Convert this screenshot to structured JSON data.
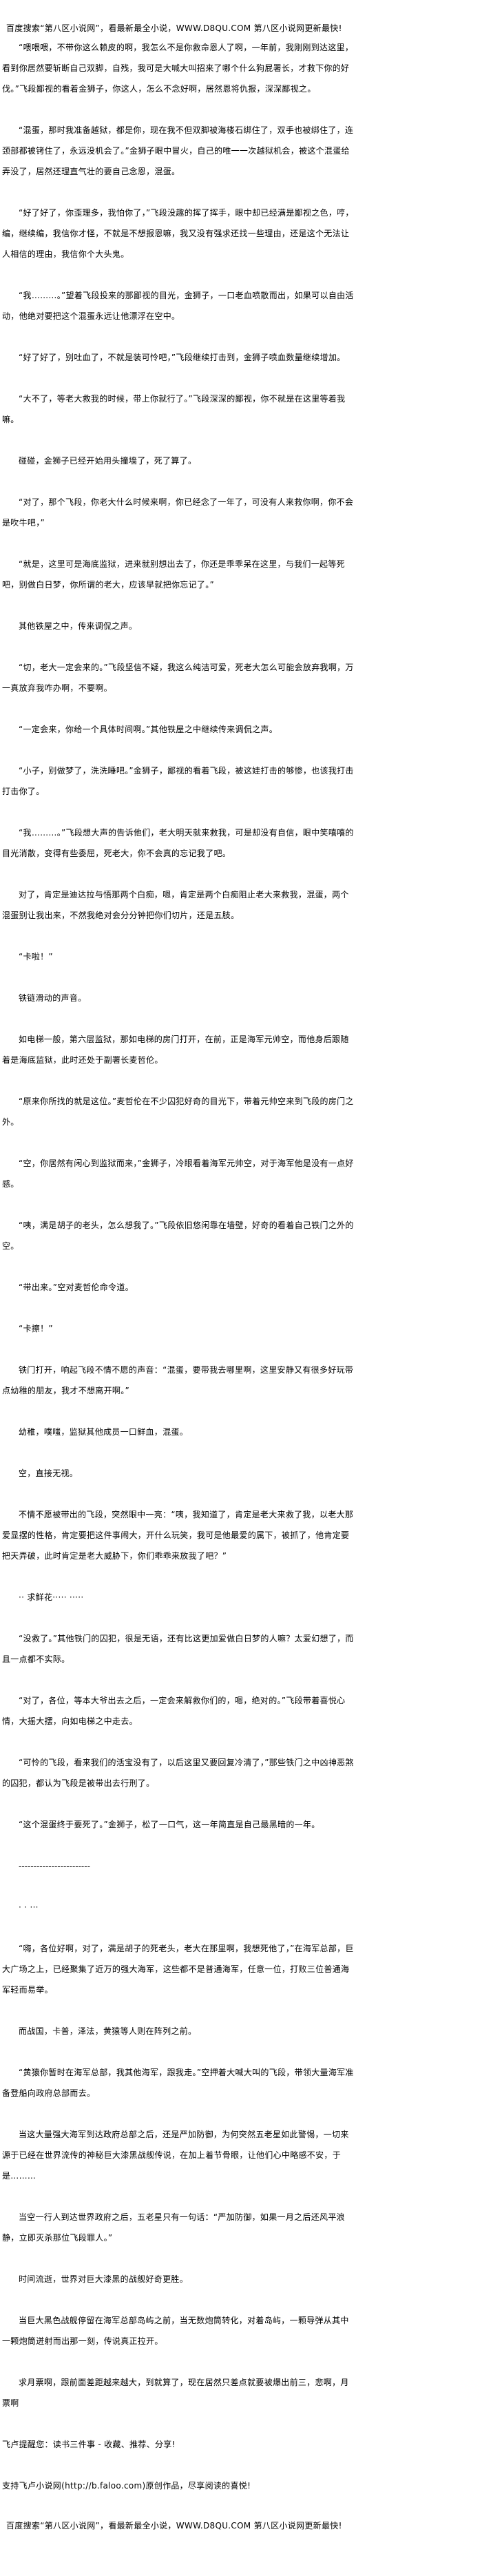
{
  "site_banner": "百度搜索“第八区小说网”，看最新最全小说，WWW.D8QU.COM  第八区小说网更新最快!",
  "paragraphs": [
    "“喂喂喂，不带你这么赖皮的啊，我怎么不是你救命恩人了啊，一年前，我刚刚到达这里，看到你居然要斩断自己双脚，自残，我可是大喊大叫招来了哪个什么狗屁署长，才救下你的好伐。”飞段鄙视的看着金狮子，你这人，怎么不念好啊，居然恩将仇报，深深鄙视之。",
    "“混蛋，那时我准备越狱，都是你，现在我不但双脚被海楼石绑住了，双手也被绑住了，连颈部都被铐住了，永远没机会了。”金狮子眼中冒火，自己的唯一一次越狱机会，被这个混蛋给弄没了，居然还理直气壮的要自己念恩，混蛋。",
    "“好了好了，你歪理多，我怕你了，”飞段没趣的挥了挥手，眼中却已经满是鄙视之色，哼，编，继续编，我信你才怪，不就是不想报恩嘛，我又没有强求还找一些理由，还是这个无法让人相信的理由，我信你个大头鬼。",
    "“我………。”望着飞段投来的那鄙视的目光，金狮子，一口老血喷散而出，如果可以自由活动，他绝对要把这个混蛋永远让他漂浮在空中。",
    "“好了好了，别吐血了，不就是装可怜吧，”飞段继续打击到，金狮子喷血数量继续增加。",
    "“大不了，等老大救我的时候，带上你就行了。”飞段深深的鄙视，你不就是在这里等着我嘛。",
    "碰碰，金狮子已经开始用头撞墙了，死了算了。",
    "“对了，那个飞段，你老大什么时候来啊，你已经念了一年了，可没有人来救你啊，你不会是吹牛吧，”",
    "“就是，这里可是海底监狱，进来就别想出去了，你还是乖乖呆在这里，与我们一起等死吧，别做白日梦，你所谓的老大，应该早就把你忘记了。”",
    "其他铁屋之中，传来调侃之声。",
    "“切，老大一定会来的。”飞段坚信不疑，我这么纯洁可爱，死老大怎么可能会放弃我啊，万一真放弃我咋办啊，不要啊。",
    "“一定会来，你给一个具体时间啊。”其他铁屋之中继续传来调侃之声。",
    "“小子，别做梦了，洗洗睡吧。”金狮子，鄙视的看着飞段，被这娃打击的够惨，也该我打击打击你了。",
    "“我………。”飞段想大声的告诉他们，老大明天就来救我，可是却没有自信，眼中笑嘻嘻的目光消散，变得有些委屈，死老大，你不会真的忘记我了吧。",
    "对了，肯定是迪达拉与悟那两个白痴，嗯，肯定是两个白痴阻止老大来救我，混蛋，两个混蛋别让我出来，不然我绝对会分分钟把你们切片，还是五肢。",
    "“卡啦！”",
    "铁链滑动的声音。",
    "如电梯一般，第六层监狱，那如电梯的房门打开，在前，正是海军元帅空，而他身后跟随着是海底监狱，此时还处于副署长麦哲伦。",
    "“原来你所找的就是这位。”麦哲伦在不少囚犯好奇的目光下，带着元帅空来到飞段的房门之外。",
    "“空，你居然有闲心到监狱而来，”金狮子，冷眼看着海军元帅空，对于海军他是没有一点好感。",
    "“咦，满是胡子的老头，怎么想我了。”飞段依旧悠闲靠在墙壁，好奇的看着自己铁门之外的空。",
    "“带出来。”空对麦哲伦命令道。",
    "“卡擦！”",
    "铁门打开，响起飞段不情不愿的声音：“混蛋，要带我去哪里啊，这里安静又有很多好玩带点幼稚的朋友，我才不想离开啊。”",
    "幼稚，噗嗤，监狱其他成员一口鲜血，混蛋。",
    "空，直接无视。",
    "不情不愿被带出的飞段，突然眼中一亮：“咦，我知道了，肯定是老大来救了我，以老大那爱显摆的性格，肯定要把这件事闹大，开什么玩笑，我可是他最爱的属下，被抓了，他肯定要把天弄破，此时肯定是老大威胁下，你们乖乖来放我了吧？”",
    "·· 求鲜花····· ·····",
    "“没救了。”其他铁门的囚犯，很是无语，还有比这更加爱做白日梦的人嘛？太爱幻想了，而且一点都不实际。",
    "“对了，各位，等本大爷出去之后，一定会来解救你们的，嗯，绝对的。”飞段带着喜悦心情，大摇大摆，向如电梯之中走去。",
    "“可怜的飞段，看来我们的活宝没有了，以后这里又要回复冷清了，”那些铁门之中凶神恶煞的囚犯，都认为飞段是被带出去行刑了。",
    "“这个混蛋终于要死了。”金狮子，松了一口气，这一年简直是自己最黑暗的一年。",
    "------------------------",
    "· · ···",
    "“嗨，各位好啊，对了，满是胡子的死老头，老大在那里啊，我想死他了，”在海军总部，巨大广场之上，已经聚集了近万的强大海军，这些都不是普通海军，任意一位，打败三位普通海军轻而易举。",
    "而战国，卡普，泽法，黄猿等人则在阵列之前。",
    "“黄猿你暂时在海军总部，我其他海军，跟我走。”空押着大喊大叫的飞段，带领大量海军准备登船向政府总部而去。",
    "当这大量强大海军到达政府总部之后，还是严加防御，为何突然五老星如此警惕，一切来源于已经在世界流传的神秘巨大漆黑战舰传说，在加上着节骨眼，让他们心中略感不安，于是………",
    "当空一行人到达世界政府之后，五老星只有一句话：“严加防御，如果一月之后还风平浪静，立即灭杀那位飞段罪人。”",
    "时间流逝，世界对巨大漆黑的战舰好奇更胜。",
    "当巨大黑色战舰停留在海军总部岛屿之前，当无数炮筒转化，对着岛屿，一颗导弹从其中一颗炮筒迸射而出那一刻，传说真正拉开。",
    "求月票啊，跟前面差距越来越大，到就算了，现在居然只差点就要被爆出前三，悲啊，月票啊"
  ],
  "footer": {
    "reminder": "飞卢提醒您：读书三件事 - 收藏、推荐、分享!",
    "support": "支持飞卢小说网(http://b.faloo.com)原创作品，尽享阅读的喜悦!",
    "site_banner": "百度搜索“第八区小说网”，看最新最全小说，WWW.D8QU.COM  第八区小说网更新最快!"
  }
}
